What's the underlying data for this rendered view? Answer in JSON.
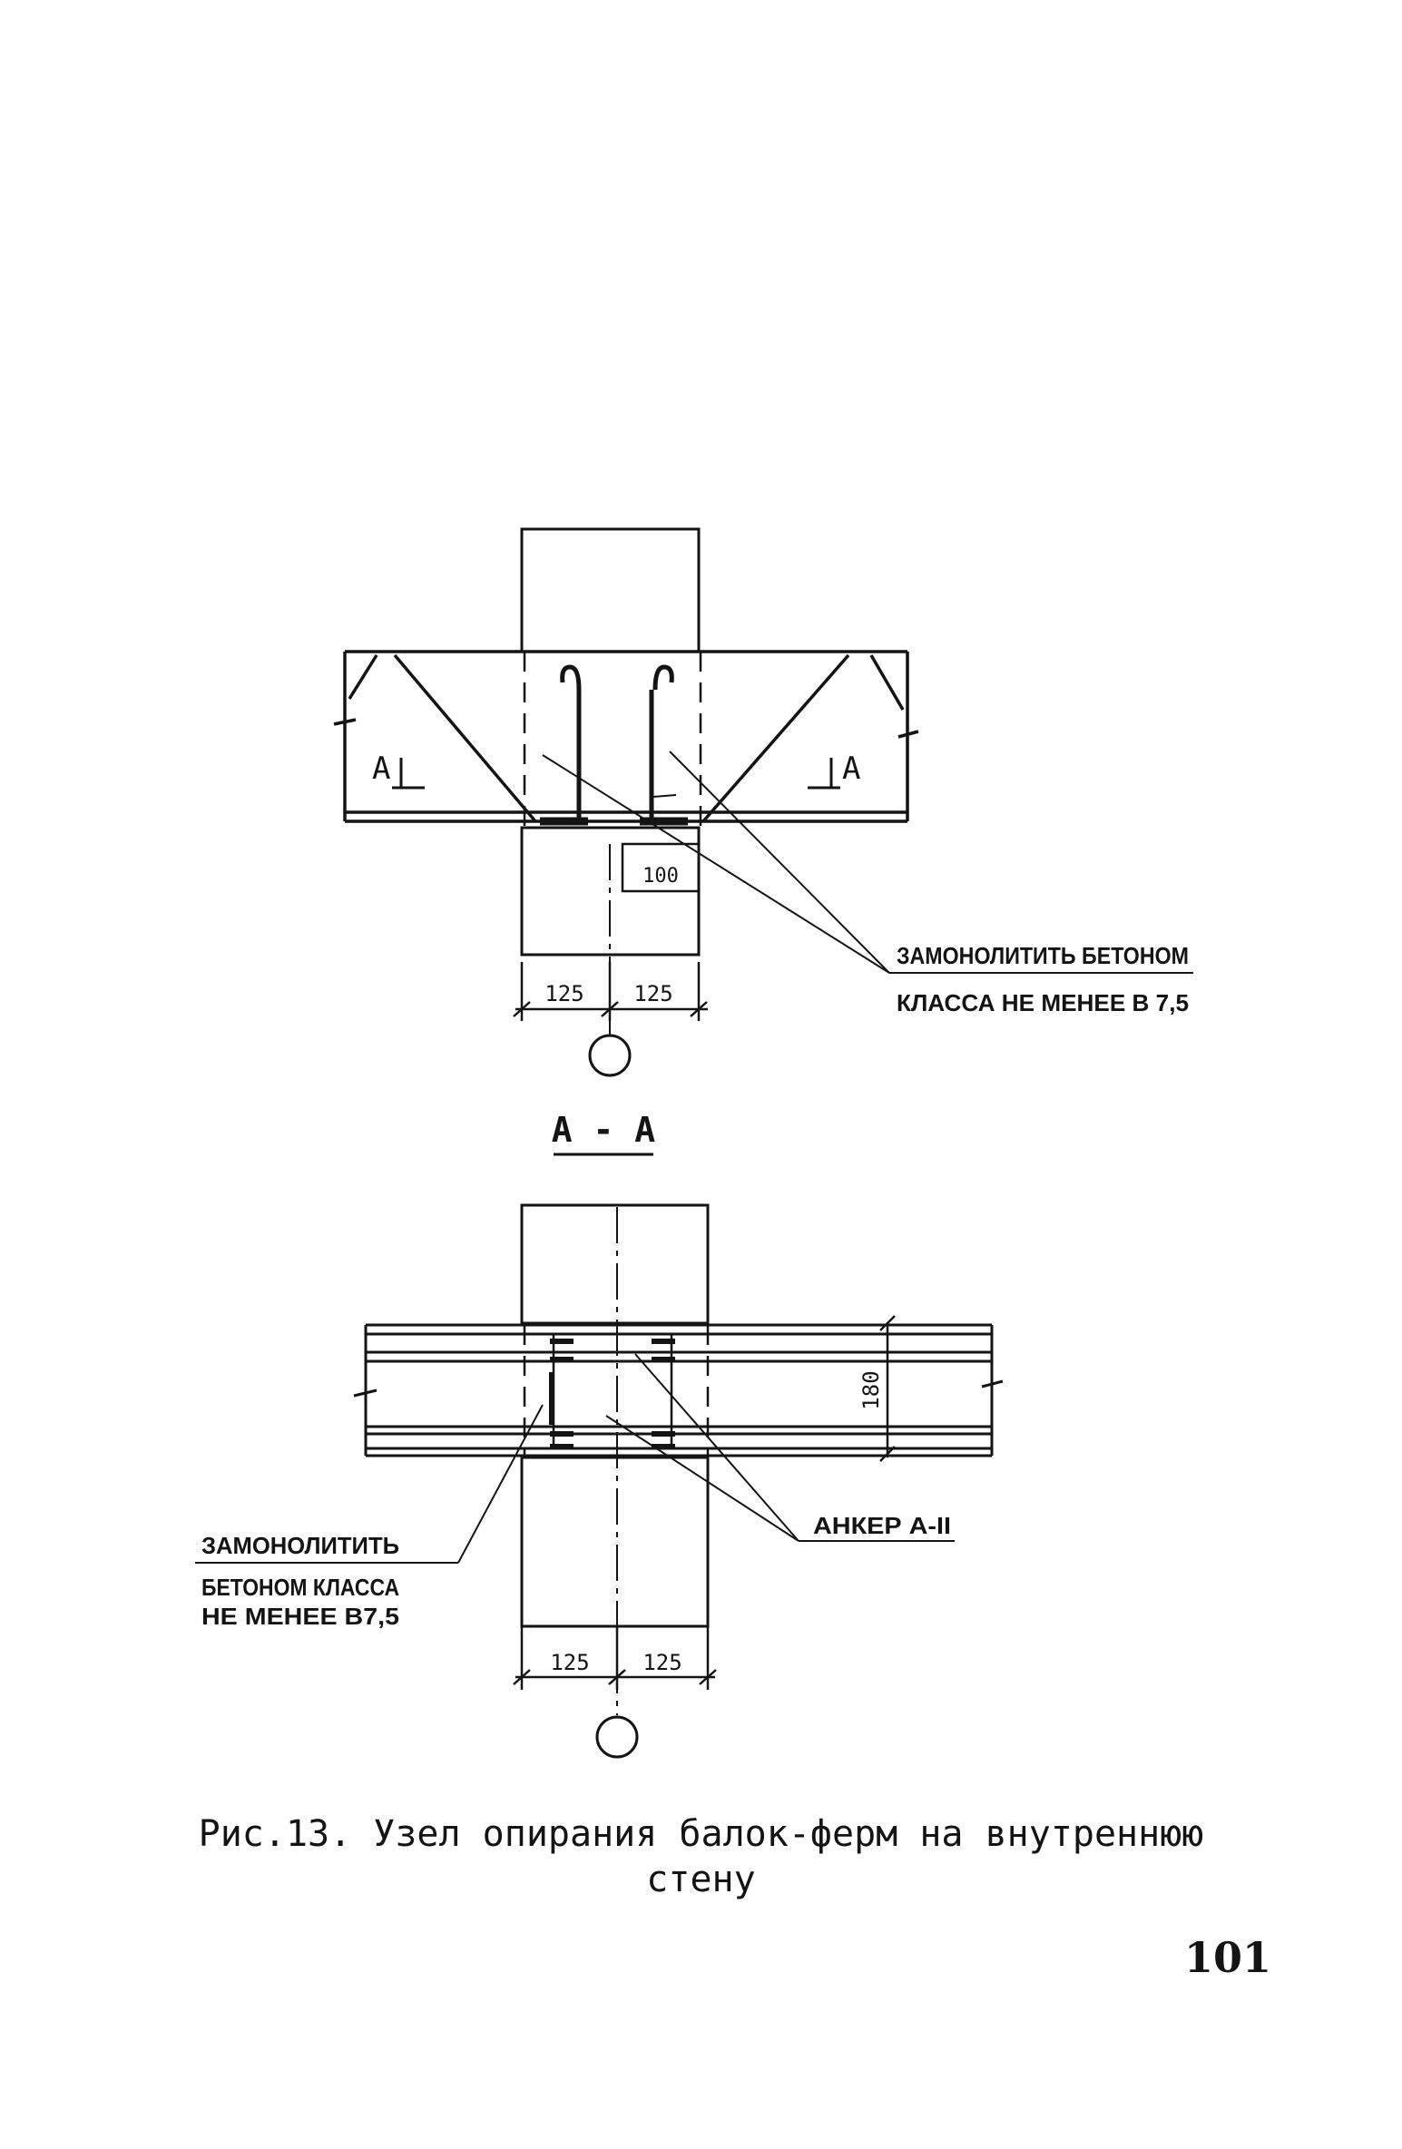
{
  "figure": {
    "caption_line1": "Рис.13. Узел опирания балок-ферм на внутреннюю",
    "caption_line2": "стену",
    "page_number": "101"
  },
  "plan_view": {
    "section_mark_left": "А",
    "section_mark_right": "А",
    "dim_support": "100",
    "dim_left": "125",
    "dim_right": "125",
    "note_line1": "ЗАМОНОЛИТИТЬ БЕТОНОМ",
    "note_line2": "КЛАССА НЕ МЕНЕЕ В 7,5"
  },
  "section_view": {
    "title": "А - А",
    "dim_height": "180",
    "dim_left": "125",
    "dim_right": "125",
    "anchor_label": "АНКЕР А-II",
    "note_line1": "ЗАМОНОЛИТИТЬ",
    "note_line2": "БЕТОНОМ КЛАССА",
    "note_line3": "НЕ МЕНЕЕ В7,5"
  },
  "colors": {
    "ink": "#141414",
    "paper": "#ffffff"
  }
}
